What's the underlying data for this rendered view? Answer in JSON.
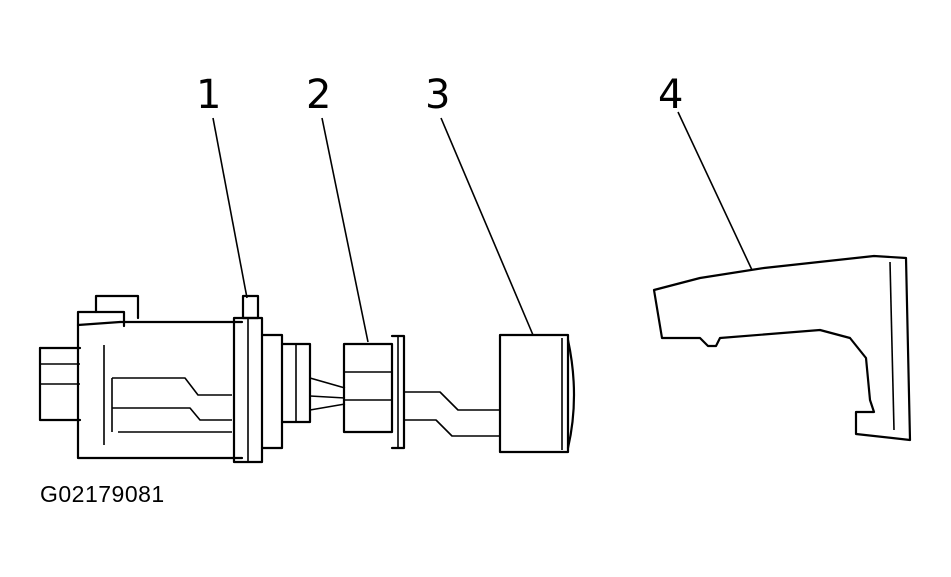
{
  "callouts": [
    {
      "id": "1",
      "label": "1"
    },
    {
      "id": "2",
      "label": "2"
    },
    {
      "id": "3",
      "label": "3"
    },
    {
      "id": "4",
      "label": "4"
    }
  ],
  "figure_id": "G02179081"
}
